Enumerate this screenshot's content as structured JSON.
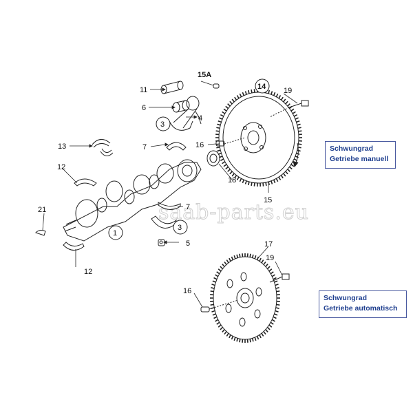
{
  "callouts": {
    "c1": "1",
    "c3a": "3",
    "c3b": "3",
    "c4": "4",
    "c5": "5",
    "c6": "6",
    "c7a": "7",
    "c7b": "7",
    "c11": "11",
    "c12a": "12",
    "c12b": "12",
    "c13": "13",
    "c14": "14",
    "c15": "15",
    "c15a": "15A",
    "c16a": "16",
    "c16b": "16",
    "c17": "17",
    "c18": "18",
    "c19a": "19",
    "c19b": "19",
    "c21": "21"
  },
  "labels": {
    "manual_line1": "Schwungrad",
    "manual_line2": "Getriebe manuell",
    "auto_line1": "Schwungrad",
    "auto_line2": "Getriebe automatisch"
  },
  "watermark": "saab-parts.eu",
  "colors": {
    "line": "#222222",
    "label_text": "#1f3f8f",
    "label_border": "#4a5aa0",
    "watermark": "#cfcfcf"
  }
}
